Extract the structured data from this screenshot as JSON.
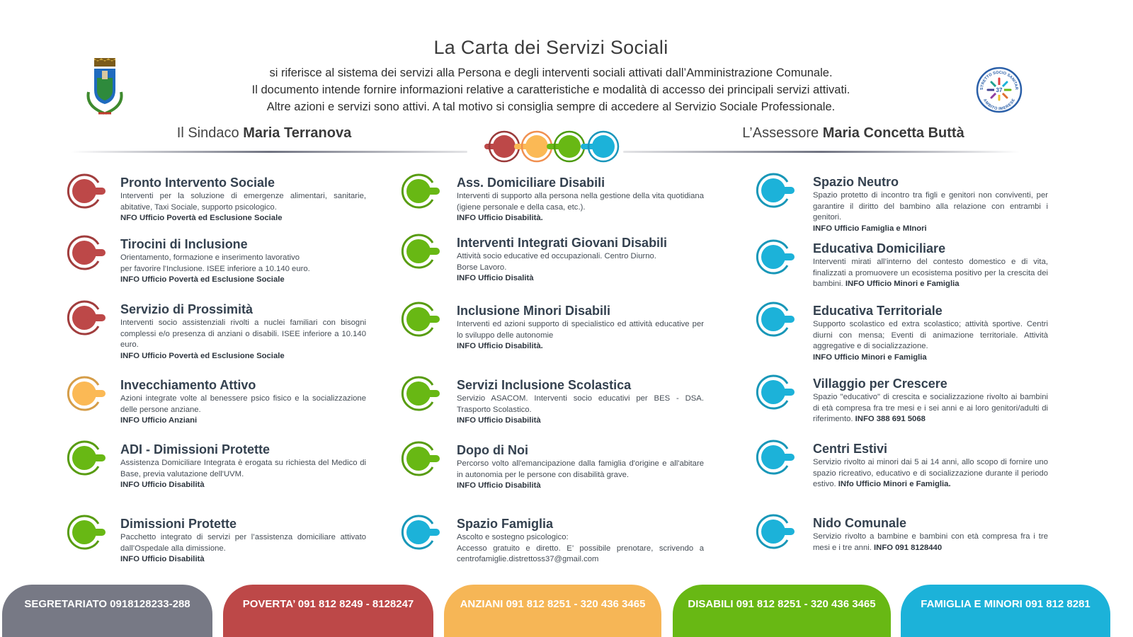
{
  "header": {
    "title": "La Carta dei Servizi Sociali",
    "subtitle_lines": [
      "si riferisce al sistema dei servizi alla Persona e degli interventi sociali attivati dall’Amministrazione Comunale.",
      "Il documento intende fornire informazioni relative a caratteristiche e modalità di accesso dei principali servizi attivati.",
      "Altre azioni e servizi sono attivi. A tal motivo si consiglia sempre di accedere al Servizio Sociale Professionale."
    ],
    "mayor_role": "Il Sindaco",
    "mayor_name": "Maria Terranova",
    "assessor_role": "L’Assessore",
    "assessor_name": "Maria Concetta Buttà",
    "district_logo_text": [
      "DISTRETTO SOCIO SANITARIO",
      "37",
      "AMBITO IMERESE"
    ]
  },
  "colors": {
    "red": "#bd4848",
    "orange": "#fbb955",
    "green": "#68b814",
    "blue": "#1cb2d9",
    "gray": "#777985",
    "text": "#34414f"
  },
  "columns": [
    [
      {
        "title": "Pronto Intervento Sociale",
        "desc": "Interventi per la soluzione di emergenze alimentari, sanitarie, abitative, Taxi Sociale, supporto psicologico.",
        "info": "NFO Ufficio Povertà ed Esclusione Sociale",
        "inline": false,
        "color": "#bd4848"
      },
      {
        "title": "Tirocini di Inclusione",
        "desc": "Orientamento, formazione e inserimento lavorativo\nper favorire l'Inclusione. ISEE inferiore a 10.140 euro.",
        "info": "INFO Ufficio Povertà ed Esclusione Sociale",
        "inline": false,
        "color": "#bd4848"
      },
      {
        "title": "Servizio di Prossimità",
        "desc": "Interventi socio assistenziali rivolti a nuclei familiari con bisogni complessi e/o presenza di anziani o disabili. ISEE inferiore a 10.140 euro.",
        "info": "INFO Ufficio Povertà ed Esclusione Sociale",
        "inline": false,
        "color": "#bd4848"
      },
      {
        "title": "Invecchiamento Attivo",
        "desc": "Azioni integrate volte al  benessere psico fisico e la socializzazione delle persone anziane.",
        "info": "INFO Ufficio Anziani",
        "inline": false,
        "color": "#fbb955"
      },
      {
        "title": "ADI - Dimissioni Protette",
        "desc": "Assistenza Domiciliare Integrata è erogata su richiesta del Medico di Base, previa valutazione dell'UVM.",
        "info": "INFO Ufficio Disabilità",
        "inline": false,
        "color": "#68b814"
      },
      {
        "title": "Dimissioni Protette",
        "desc": "Pacchetto integrato di servizi per l’assistenza domiciliare attivato dall’Ospedale alla dimissione.",
        "info": "INFO Ufficio Disabilità",
        "inline": false,
        "color": "#68b814"
      }
    ],
    [
      {
        "title": "Ass. Domiciliare Disabili",
        "desc": "Interventi di supporto alla persona nella gestione della vita quotidiana (igiene personale e della casa, etc.).",
        "info": "INFO Ufficio Disabilità.",
        "inline": false,
        "color": "#68b814"
      },
      {
        "title": "Interventi Integrati Giovani Disabili",
        "desc": "Attività socio educative ed occupazionali. Centro Diurno.\nBorse Lavoro.",
        "info": "INFO Ufficio Disalità",
        "inline": false,
        "color": "#68b814"
      },
      {
        "title": "Inclusione Minori Disabili",
        "desc": "Interventi ed azioni supporto di specialistico ed attività educative per lo sviluppo delle autonomie",
        "info": "INFO Ufficio Disabilità.",
        "inline": false,
        "color": "#68b814"
      },
      {
        "title": "Servizi Inclusione Scolastica",
        "desc": "Servizio ASACOM. Interventi socio educativi per BES - DSA. Trasporto Scolastico.",
        "info": "INFO Ufficio Disabilità",
        "inline": false,
        "color": "#68b814"
      },
      {
        "title": "Dopo di Noi",
        "desc": "Percorso volto all'emancipazione dalla famiglia d'origine e all'abitare in autonomia per le persone con disabilità grave.",
        "info": "INFO Ufficio Disabilità",
        "inline": false,
        "color": "#68b814"
      },
      {
        "title": "Spazio Famiglia",
        "desc": "Ascolto e sostegno psicologico:\nAccesso gratuito e diretto. E’ possibile prenotare, scrivendo a centrofamiglie.distrettoss37@gmail.com",
        "info": "",
        "inline": false,
        "color": "#1cb2d9"
      }
    ],
    [
      {
        "title": "Spazio Neutro",
        "desc": "Spazio protetto di incontro tra figli e genitori non conviventi, per garantire il diritto del bambino alla relazione con entrambi i genitori.",
        "info": "INFO Ufficio Famiglia e MInori",
        "inline": false,
        "color": "#1cb2d9"
      },
      {
        "title": "Educativa Domiciliare",
        "desc": "Interventi mirati all’interno del contesto domestico e di vita, finalizzati a promuovere un ecosistema positivo per la crescita dei bambini.",
        "info": "INFO Ufficio Minori e Famiglia",
        "inline": true,
        "color": "#1cb2d9"
      },
      {
        "title": "Educativa Territoriale",
        "desc": "Supporto scolastico ed extra scolastico; attività sportive. Centri diurni con mensa; Eventi di animazione territoriale. Attività aggregative e di socializzazione.",
        "info": "INFO Ufficio Minori e Famiglia",
        "inline": false,
        "color": "#1cb2d9"
      },
      {
        "title": "Villaggio per Crescere",
        "desc": "Spazio \"educativo\" di crescita e socializzazione rivolto ai bambini di età compresa fra tre mesi e i sei  anni e ai loro genitori/adulti di riferimento.",
        "info": "INFO 388 691 5068",
        "inline": true,
        "color": "#1cb2d9"
      },
      {
        "title": "Centri Estivi",
        "desc": "Servizio rivolto ai minori dai 5 ai 14 anni, allo scopo di fornire uno spazio ricreativo, educativo e di socializzazione durante il periodo estivo.",
        "info": "INfo Ufficio Minori e Famiglia.",
        "inline": true,
        "color": "#1cb2d9"
      },
      {
        "title": "Nido Comunale",
        "desc": "Servizio rivolto a bambine e bambini  con età compresa fra i tre mesi e i tre anni.",
        "info": "INFO 091 8128440",
        "inline": true,
        "color": "#1cb2d9"
      }
    ]
  ],
  "footer": [
    {
      "label": "SEGRETARIATO 0918128233-288",
      "color": "#777985"
    },
    {
      "label": "POVERTA’  091 812 8249 -  8128247",
      "color": "#bd4848"
    },
    {
      "label": "ANZIANI  091 812 8251 - 320 436 3465",
      "color": "#f6b656"
    },
    {
      "label": "DISABILI  091 812 8251 - 320 436 3465",
      "color": "#68b814"
    },
    {
      "label": "FAMIGLIA E MINORI  091 812 8281",
      "color": "#1cb2d9"
    }
  ]
}
